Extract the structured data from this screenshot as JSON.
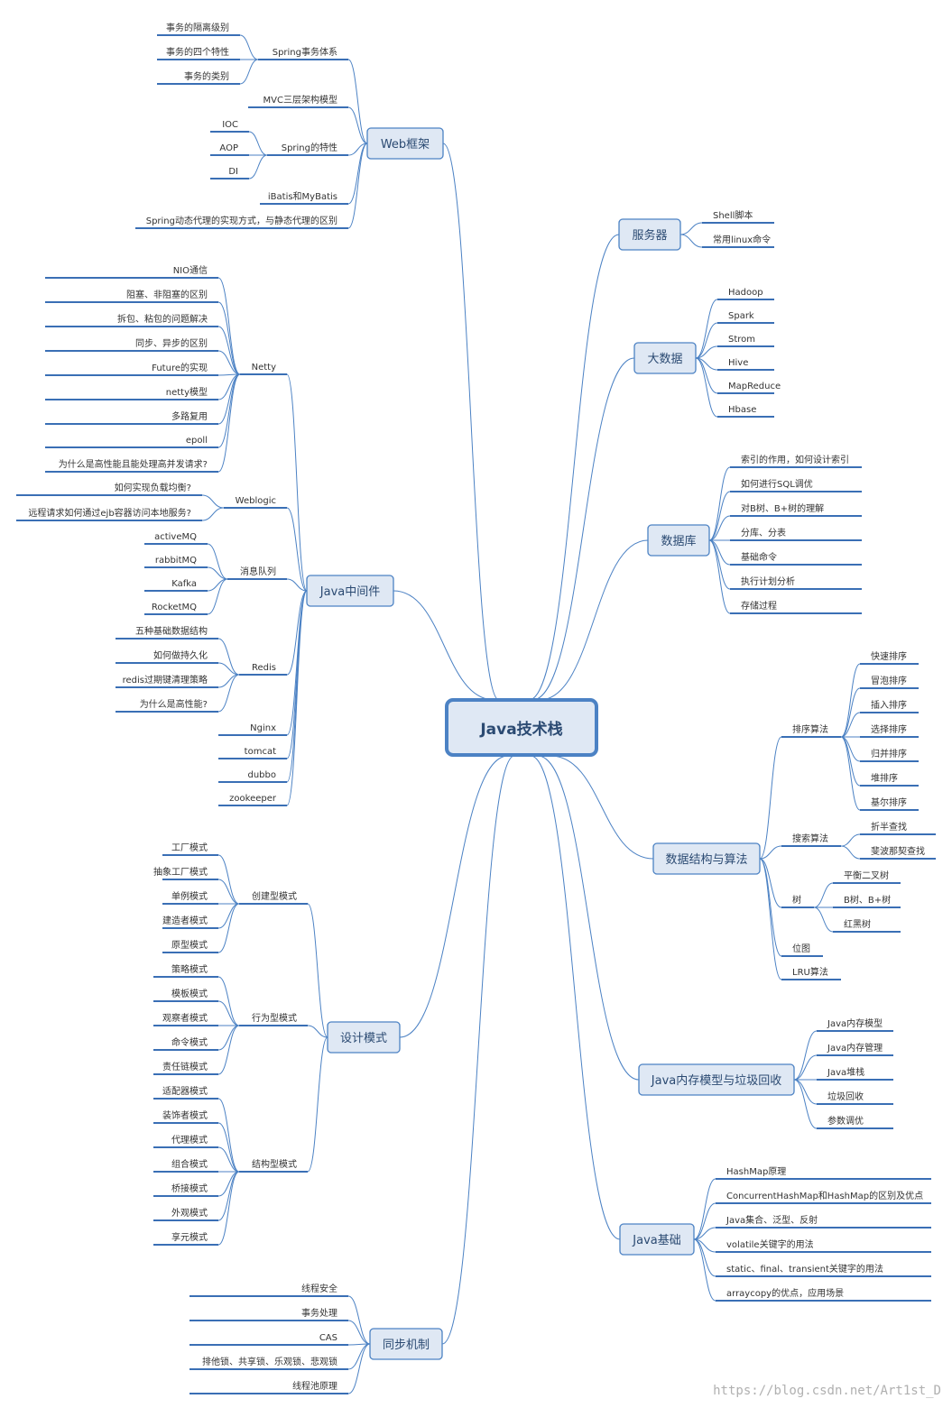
{
  "center": "Java技术栈",
  "watermark": "https://blog.csdn.net/Art1st_D",
  "branches": {
    "web": {
      "label": "Web框架",
      "spring_tx": {
        "label": "Spring事务体系",
        "items": [
          "事务的隔离级别",
          "事务的四个特性",
          "事务的类别"
        ]
      },
      "mvc": "MVC三层架构模型",
      "spring_features": {
        "label": "Spring的特性",
        "items": [
          "IOC",
          "AOP",
          "DI"
        ]
      },
      "ibatis": "iBatis和MyBatis",
      "spring_proxy": "Spring动态代理的实现方式，与静态代理的区别"
    },
    "middleware": {
      "label": "Java中间件",
      "netty": {
        "label": "Netty",
        "items": [
          "NIO通信",
          "阻塞、非阻塞的区别",
          "拆包、粘包的问题解决",
          "同步、异步的区别",
          "Future的实现",
          "netty模型",
          "多路复用",
          "epoll",
          "为什么是高性能且能处理高并发请求?"
        ]
      },
      "weblogic": {
        "label": "Weblogic",
        "items": [
          "如何实现负载均衡?",
          "远程请求如何通过ejb容器访问本地服务?"
        ]
      },
      "mq": {
        "label": "消息队列",
        "items": [
          "activeMQ",
          "rabbitMQ",
          "Kafka",
          "RocketMQ"
        ]
      },
      "redis": {
        "label": "Redis",
        "items": [
          "五种基础数据结构",
          "如何做持久化",
          "redis过期键清理策略",
          "为什么是高性能?"
        ]
      },
      "others": [
        "Nginx",
        "tomcat",
        "dubbo",
        "zookeeper"
      ]
    },
    "patterns": {
      "label": "设计模式",
      "creational": {
        "label": "创建型模式",
        "items": [
          "工厂模式",
          "抽象工厂模式",
          "单例模式",
          "建造者模式",
          "原型模式"
        ]
      },
      "behavioral": {
        "label": "行为型模式",
        "items": [
          "策略模式",
          "模板模式",
          "观察者模式",
          "命令模式",
          "责任链模式"
        ]
      },
      "structural": {
        "label": "结构型模式",
        "items": [
          "适配器模式",
          "装饰者模式",
          "代理模式",
          "组合模式",
          "桥接模式",
          "外观模式",
          "享元模式"
        ]
      }
    },
    "sync": {
      "label": "同步机制",
      "items": [
        "线程安全",
        "事务处理",
        "CAS",
        "排他锁、共享锁、乐观锁、悲观锁",
        "线程池原理"
      ]
    },
    "server": {
      "label": "服务器",
      "items": [
        "Shell脚本",
        "常用linux命令"
      ]
    },
    "bigdata": {
      "label": "大数据",
      "items": [
        "Hadoop",
        "Spark",
        "Strom",
        "Hive",
        "MapReduce",
        "Hbase"
      ]
    },
    "database": {
      "label": "数据库",
      "items": [
        "索引的作用，如何设计索引",
        "如何进行SQL调优",
        "对B树、B+树的理解",
        "分库、分表",
        "基础命令",
        "执行计划分析",
        "存储过程"
      ]
    },
    "dsa": {
      "label": "数据结构与算法",
      "sort": {
        "label": "排序算法",
        "items": [
          "快速排序",
          "冒泡排序",
          "插入排序",
          "选择排序",
          "归并排序",
          "堆排序",
          "基尔排序"
        ]
      },
      "search": {
        "label": "搜索算法",
        "items": [
          "折半查找",
          "斐波那契查找"
        ]
      },
      "tree": {
        "label": "树",
        "items": [
          "平衡二叉树",
          "B树、B+树",
          "红黑树"
        ]
      },
      "bitmap": "位图",
      "lru": "LRU算法"
    },
    "jvm": {
      "label": "Java内存模型与垃圾回收",
      "items": [
        "Java内存模型",
        "Java内存管理",
        "Java堆栈",
        "垃圾回收",
        "参数调优"
      ]
    },
    "basics": {
      "label": "Java基础",
      "items": [
        "HashMap原理",
        "ConcurrentHashMap和HashMap的区别及优点",
        "Java集合、泛型、反射",
        "volatile关键字的用法",
        "static、final、transient关键字的用法",
        "arraycopy的优点，应用场景"
      ]
    }
  }
}
